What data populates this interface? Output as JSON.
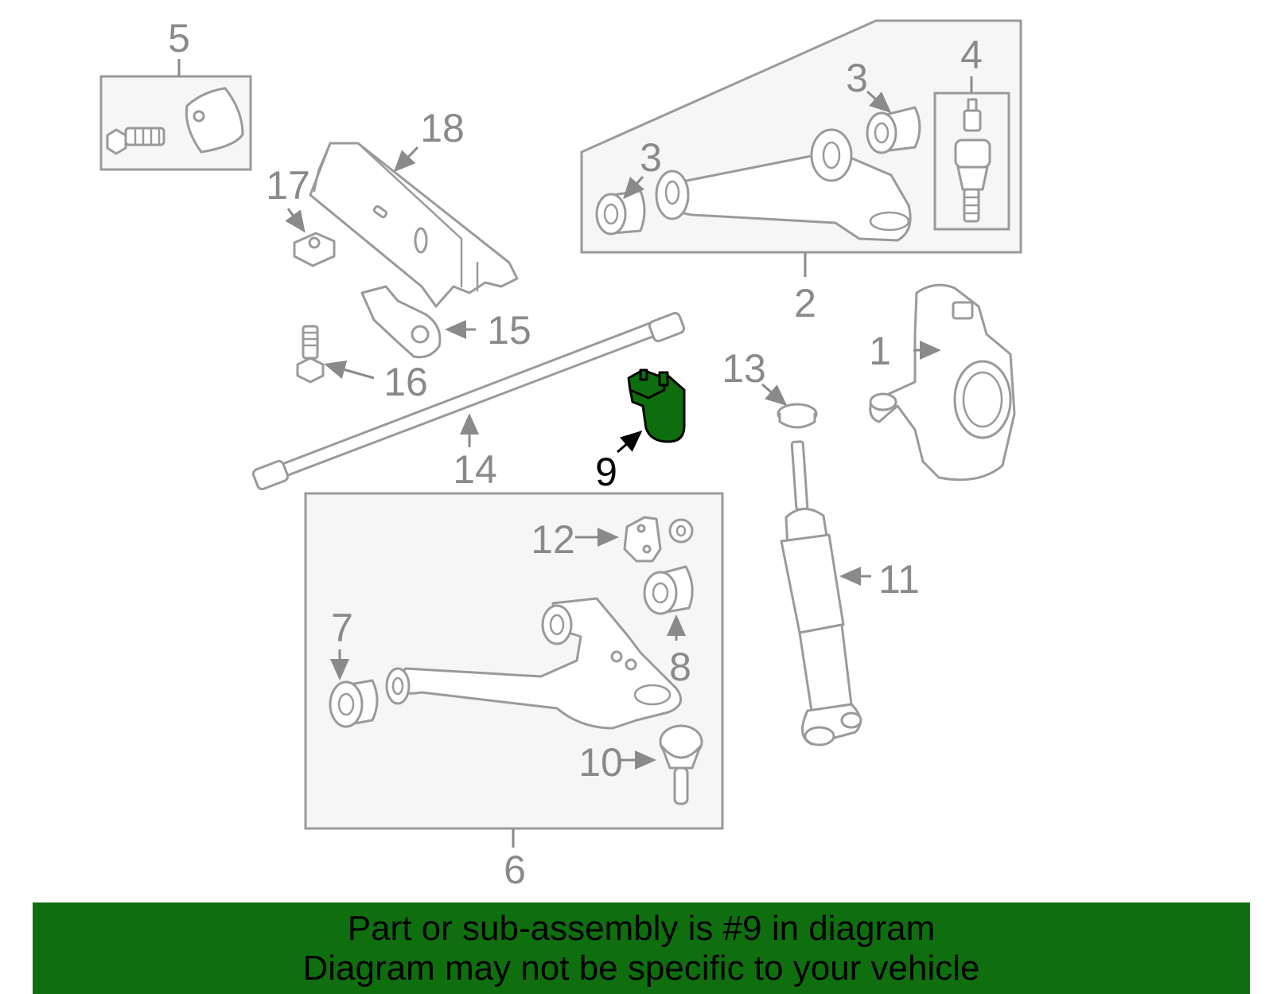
{
  "callouts": {
    "c1": "1",
    "c2": "2",
    "c3a": "3",
    "c3b": "3",
    "c4": "4",
    "c5": "5",
    "c6": "6",
    "c7": "7",
    "c8": "8",
    "c9": "9",
    "c10": "10",
    "c11": "11",
    "c12": "12",
    "c13": "13",
    "c14": "14",
    "c15": "15",
    "c16": "16",
    "c17": "17",
    "c18": "18"
  },
  "highlight_part": "9",
  "colors": {
    "highlight_fill": "#0e6e0e",
    "banner_bg": "#0f6f0f",
    "line_gray": "#9a9a9a"
  },
  "banner": {
    "line1": "Part or sub-assembly is #9 in diagram",
    "line2": "Diagram may not be specific to your vehicle"
  }
}
